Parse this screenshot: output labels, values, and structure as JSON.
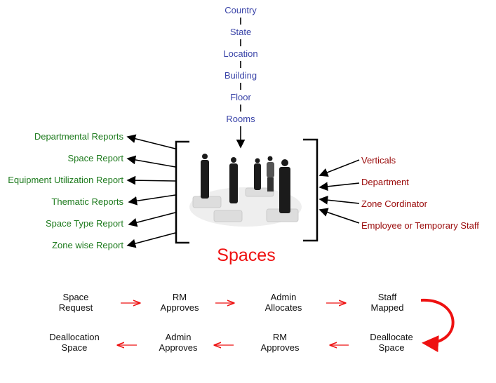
{
  "hierarchy": [
    "Country",
    "State",
    "Location",
    "Building",
    "Floor",
    "Rooms"
  ],
  "reports": [
    "Departmental Reports",
    "Space Report",
    "Equipment Utilization Report",
    "Thematic Reports",
    "Space Type Report",
    "Zone wise Report"
  ],
  "attributes": [
    "Verticals",
    "Department",
    "Zone Cordinator",
    "Employee or Temporary Staff"
  ],
  "title": "Spaces",
  "flow_top": [
    [
      "Space",
      "Request"
    ],
    [
      "RM",
      "Approves"
    ],
    [
      "Admin",
      "Allocates"
    ],
    [
      "Staff",
      "Mapped"
    ]
  ],
  "flow_bottom": [
    [
      "Deallocation",
      "Space"
    ],
    [
      "Admin",
      "Approves"
    ],
    [
      "RM",
      "Approves"
    ],
    [
      "Deallocate",
      "Space"
    ]
  ],
  "colors": {
    "hierarchy": "#3a44a8",
    "reports": "#1e7b1e",
    "attributes": "#9a0a0a",
    "title": "#ee1111",
    "flow_arrow": "#ee1111"
  }
}
